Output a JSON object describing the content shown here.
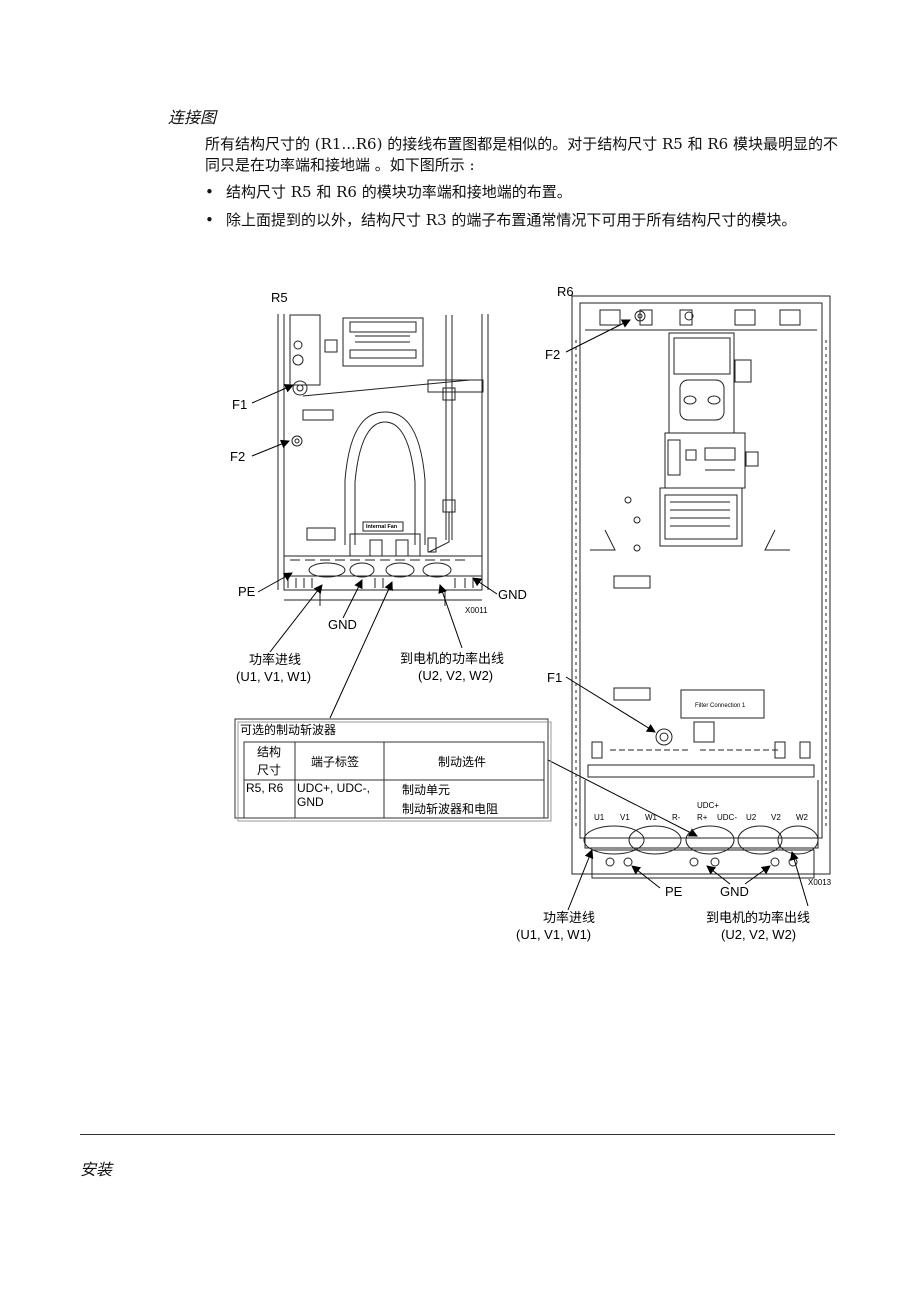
{
  "section_title": "连接图",
  "intro": "所有结构尺寸的 (R1...R6) 的接线布置图都是相似的。对于结构尺寸 R5 和 R6 模块最明显的不同只是在功率端和接地端 。如下图所示 :",
  "bullets": [
    "结构尺寸 R5 和 R6 的模块功率端和接地端的布置。",
    "除上面提到的以外，结构尺寸 R3 的端子布置通常情况下可用于所有结构尺寸的模块。"
  ],
  "figure_r5": {
    "title": "R5",
    "f1": "F1",
    "f2": "F2",
    "pe": "PE",
    "gnd_right": "GND",
    "gnd_bottom": "GND",
    "code": "X0011",
    "fan_label": "Internal Fan",
    "power_in_label": "功率进线",
    "power_in_terms": "(U1, V1, W1)",
    "power_out_label": "到电机的功率出线",
    "power_out_terms": "(U2, V2, W2)"
  },
  "chopper_table": {
    "title": "可选的制动斩波器",
    "headers": [
      "结构尺寸",
      "端子标签",
      "制动选件"
    ],
    "header0_line1": "结构",
    "header0_line2": "尺寸",
    "row_frame": "R5, R6",
    "row_terminals_line1": "UDC+, UDC-,",
    "row_terminals_line2": "GND",
    "row_option_line1": "制动单元",
    "row_option_line2": "制动斩波器和电阻"
  },
  "figure_r6": {
    "title": "R6",
    "f2": "F2",
    "f1": "F1",
    "filter_label": "Filter Connection 1",
    "udc_plus": "UDC+",
    "terminals": [
      "U1",
      "V1",
      "W1",
      "R-",
      "R+",
      "UDC-",
      "U2",
      "V2",
      "W2"
    ],
    "pe": "PE",
    "gnd": "GND",
    "code": "X0013",
    "power_in_label": "功率进线",
    "power_in_terms": "(U1, V1, W1)",
    "power_out_label": "到电机的功率出线",
    "power_out_terms": "(U2, V2, W2)"
  },
  "footer_text": "安装"
}
